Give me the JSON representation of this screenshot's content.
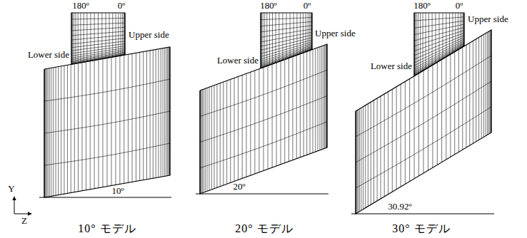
{
  "diagram": {
    "labels": [
      "180º",
      "0º",
      "Upper side",
      "Lower side",
      "10º",
      "180º",
      "0º",
      "Upper side",
      "Lower side",
      "20º",
      "180º",
      "0º",
      "Upper side",
      "Lower side",
      "30.92º",
      "Y",
      "Z",
      "10° モデル",
      "20° モデル",
      "30° モデル"
    ]
  }
}
